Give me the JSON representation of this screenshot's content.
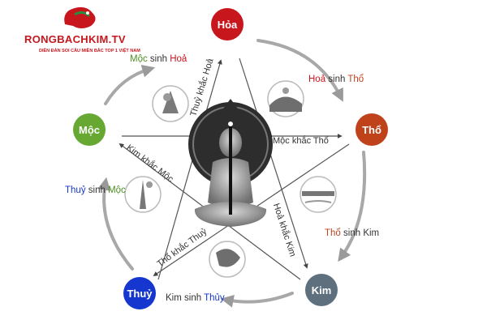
{
  "logo": {
    "title": "RONGBACHKIM.TV",
    "tagline": "DIỄN ĐÀN SOI CẦU MIỀN BẮC TOP 1 VIỆT NAM"
  },
  "elements": {
    "hoa": {
      "label": "Hỏa",
      "color": "#c8161d"
    },
    "tho": {
      "label": "Thổ",
      "color": "#c0421b"
    },
    "kim": {
      "label": "Kim",
      "color": "#5e6f7e"
    },
    "thuy": {
      "label": "Thuỷ",
      "color": "#1537cf"
    },
    "moc": {
      "label": "Mộc",
      "color": "#67a832"
    }
  },
  "generating": {
    "moc_hoa": {
      "a": "Mộc",
      "mid": " sinh ",
      "b": "Hoả"
    },
    "hoa_tho": {
      "a": "Hoả",
      "mid": " sinh ",
      "b": "Thổ"
    },
    "tho_kim": {
      "a": "Thổ",
      "mid": " sinh ",
      "b": "Kim"
    },
    "kim_thuy": {
      "a": "Kim",
      "mid": " sinh ",
      "b": "Thủy"
    },
    "thuy_moc": {
      "a": "Thuỷ",
      "mid": " sinh ",
      "b": "Mộc"
    }
  },
  "controlling": {
    "thuy_hoa": "Thuỷ khắc Hoả",
    "moc_tho": "Mộc khắc Thổ",
    "hoa_kim": "Hoả khắc Kim",
    "tho_thuy": "Thổ khắc Thuỷ",
    "kim_moc": "Kim khắc Mộc"
  },
  "illustrations": [
    "wood-plant",
    "fire-landscape",
    "earth-ground",
    "metal-ore",
    "water-plant"
  ],
  "center_figure": "meditating-buddha-figure"
}
